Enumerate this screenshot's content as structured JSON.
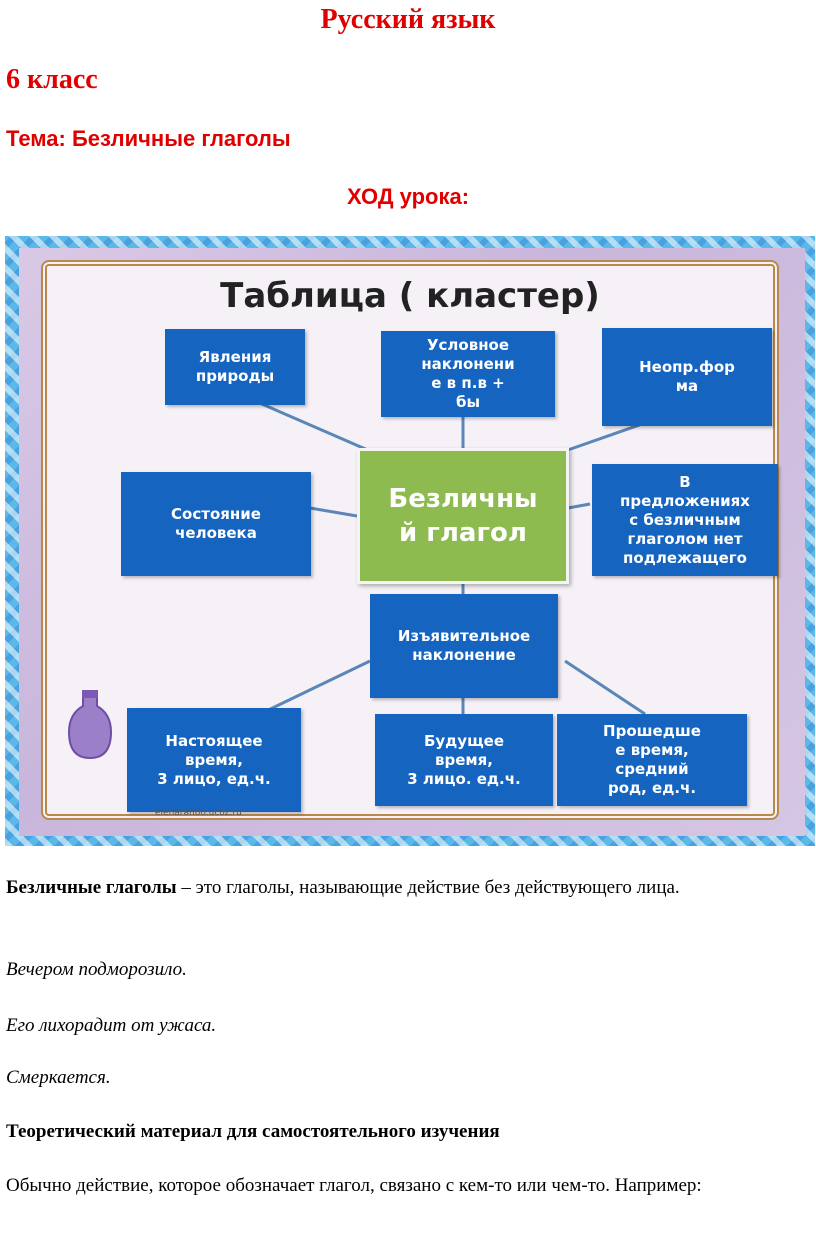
{
  "header": {
    "subject": "Русский язык",
    "grade": "6 класс",
    "topic": "Тема: Безличные глаголы",
    "lesson": "ХОД урока:"
  },
  "slide": {
    "title": "Таблица ( кластер)",
    "center": "Безличны\nй глагол",
    "boxes": {
      "nature": "Явления\nприроды",
      "conditional": "Условное\nнаклонени\nе в п.в +\nбы",
      "infinitive": "Неопр.фор\nма",
      "state": "Состояние\nчеловека",
      "no_subject": "В\nпредложениях\nс безличным\nглаголом нет\nподлежащего",
      "indicative": "Изъявительное\nнаклонение",
      "present": "Настоящее\nвремя,\n3 лицо, ед.ч.",
      "future": "Будущее\nвремя,\n3 лицо. ед.ч.",
      "past": "Прошедше\nе время,\nсредний\nрод, ед.ч."
    },
    "watermark": "elenaranbo.ucoz.ru"
  },
  "body": {
    "definition_term": "Безличные глаголы",
    "definition_rest": " – это глаголы, называющие действие без действующего лица.",
    "example1": "Вечером подморозило.",
    "example2": "Его лихорадит от ужаса.",
    "example3": "Смеркается.",
    "theory_heading": "Теоретический материал для самостоятельного изучения",
    "theory_text": "Обычно действие, которое обозначает глагол, связано с кем-то или чем-то. Например:"
  },
  "colors": {
    "heading_red": "#e00000",
    "box_blue": "#1565c0",
    "center_green": "#8dbb50"
  }
}
